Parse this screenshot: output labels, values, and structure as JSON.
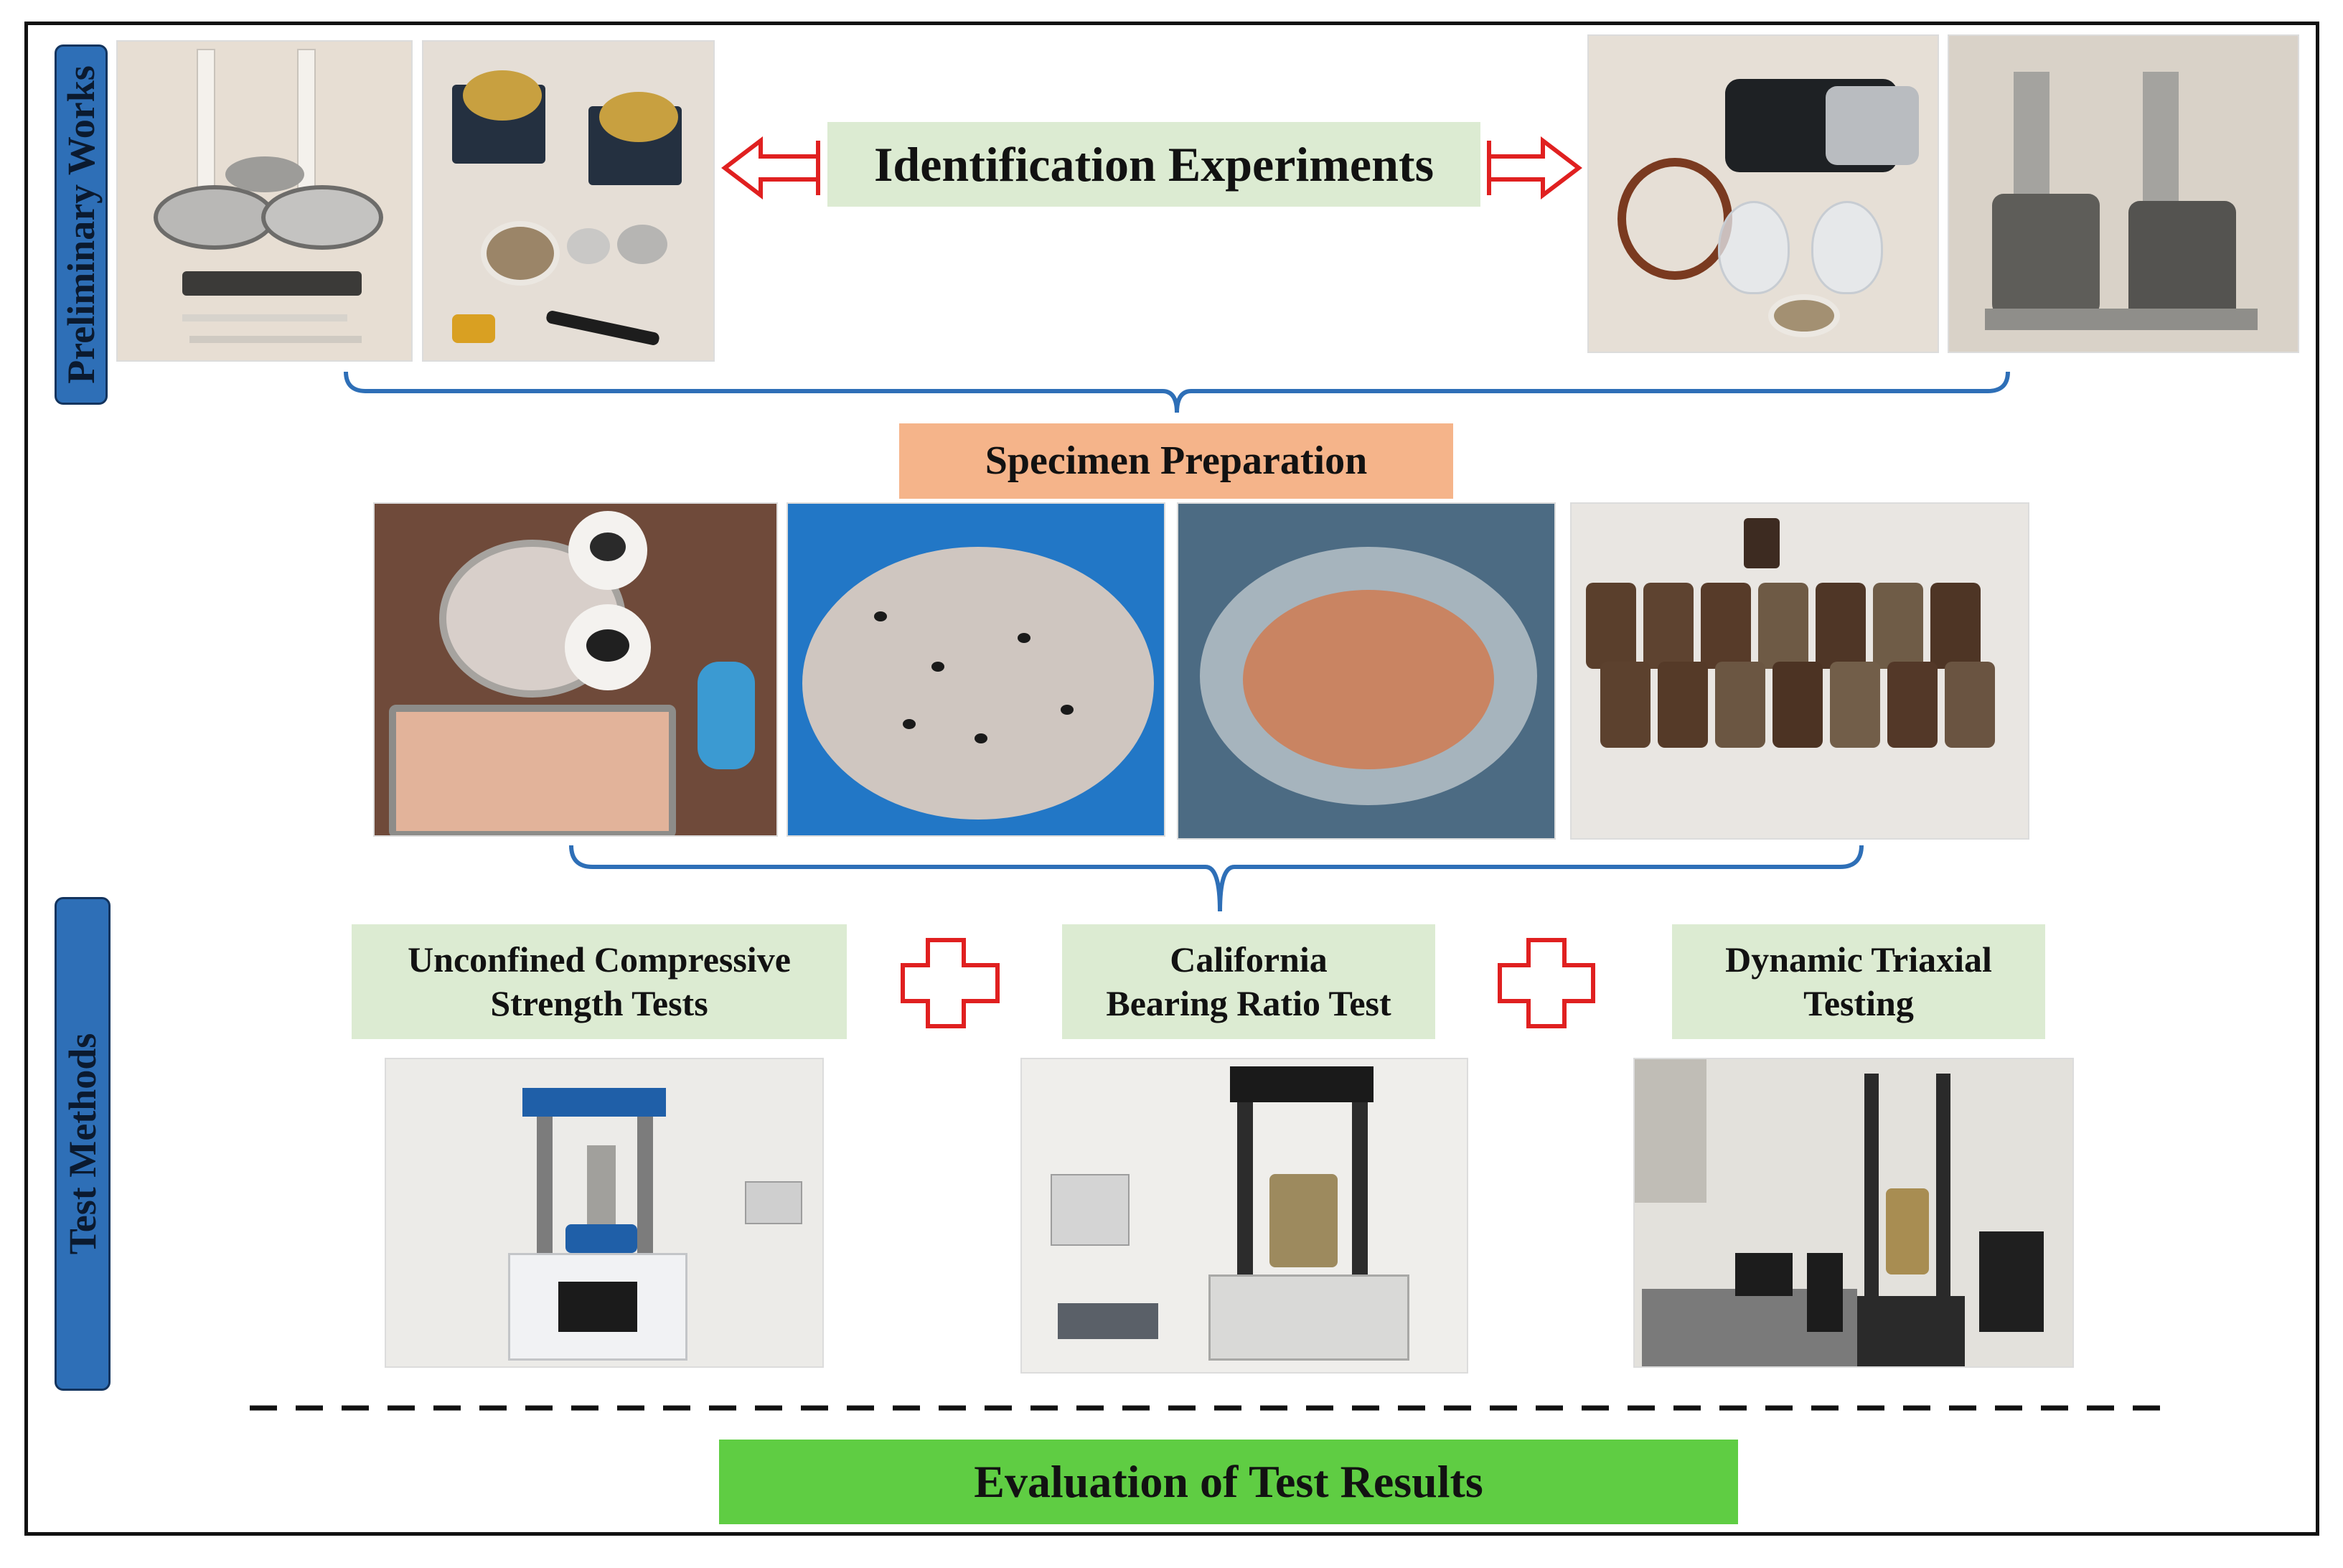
{
  "sections": {
    "preliminary": "Preliminary Works",
    "test_methods": "Test Methods"
  },
  "labels": {
    "identification": "Identification Experiments",
    "specimen": "Specimen Preparation",
    "ucs": [
      "Unconfined Compressive",
      "Strength Tests"
    ],
    "cbr": [
      "California",
      "Bearing Ratio Test"
    ],
    "triaxial": [
      "Dynamic Triaxial",
      "Testing"
    ],
    "evaluation": "Evaluation of Test Results"
  },
  "icons": {
    "arrow": "double-headed-arrow-icon",
    "plus": "plus-icon"
  },
  "colors": {
    "label_green": "#dcebd2",
    "label_orange": "#f5b48a",
    "result_green": "#5fcd43",
    "bracket_blue": "#2e6fb7",
    "accent_red": "#e02020"
  }
}
